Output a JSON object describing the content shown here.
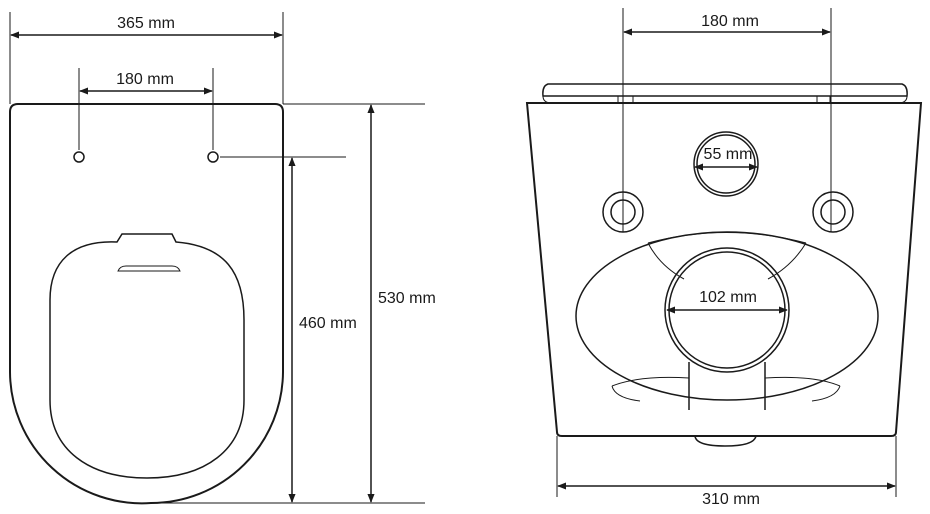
{
  "top_view": {
    "overall_width": "365 mm",
    "hole_spacing": "180 mm",
    "hole_to_front": "460 mm",
    "overall_length": "530 mm"
  },
  "rear_view": {
    "hole_spacing": "180 mm",
    "inlet_diameter": "55 mm",
    "outlet_diameter": "102 mm",
    "bottom_width": "310 mm"
  }
}
